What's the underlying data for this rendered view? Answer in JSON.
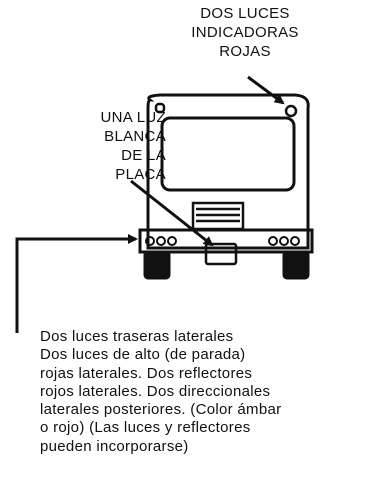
{
  "labels": {
    "top": [
      "DOS LUCES",
      "INDICADORAS",
      "ROJAS"
    ],
    "left": [
      "UNA LUZ",
      "BLANCA",
      "DE LA",
      "PLACA"
    ],
    "bottom": [
      "Dos luces traseras laterales",
      "Dos luces de alto (de parada)",
      "rojas laterales. Dos reflectores",
      "rojos laterales. Dos direccionales",
      "laterales posteriores. (Color ámbar",
      "o rojo) (Las luces y reflectores",
      "pueden incorporarse)"
    ]
  },
  "colors": {
    "ink": "#111111",
    "background": "#ffffff"
  }
}
